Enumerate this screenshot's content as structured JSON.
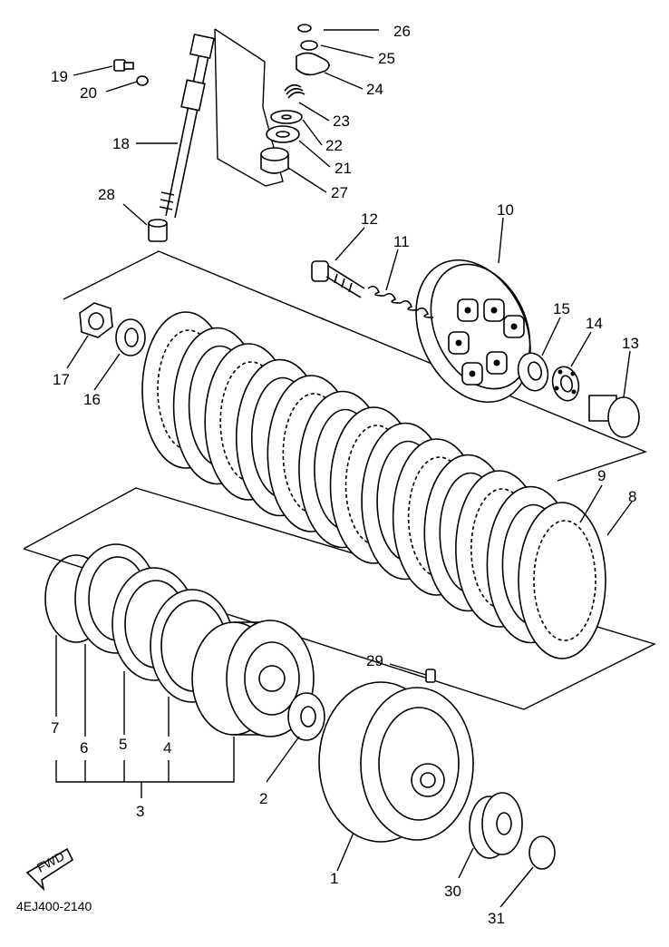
{
  "diagram": {
    "part_numbers": {
      "p1": "1",
      "p2": "2",
      "p3": "3",
      "p4": "4",
      "p5": "5",
      "p6": "6",
      "p7": "7",
      "p8": "8",
      "p9": "9",
      "p10": "10",
      "p11": "11",
      "p12": "12",
      "p13": "13",
      "p14": "14",
      "p15": "15",
      "p16": "16",
      "p17": "17",
      "p18": "18",
      "p19": "19",
      "p20": "20",
      "p21": "21",
      "p22": "22",
      "p23": "23",
      "p24": "24",
      "p25": "25",
      "p26": "26",
      "p27": "27",
      "p28": "28",
      "p29": "29",
      "p30": "30",
      "p31": "31"
    },
    "drawing_code": "4EJ400-2140",
    "fwd_label": "FWD"
  }
}
